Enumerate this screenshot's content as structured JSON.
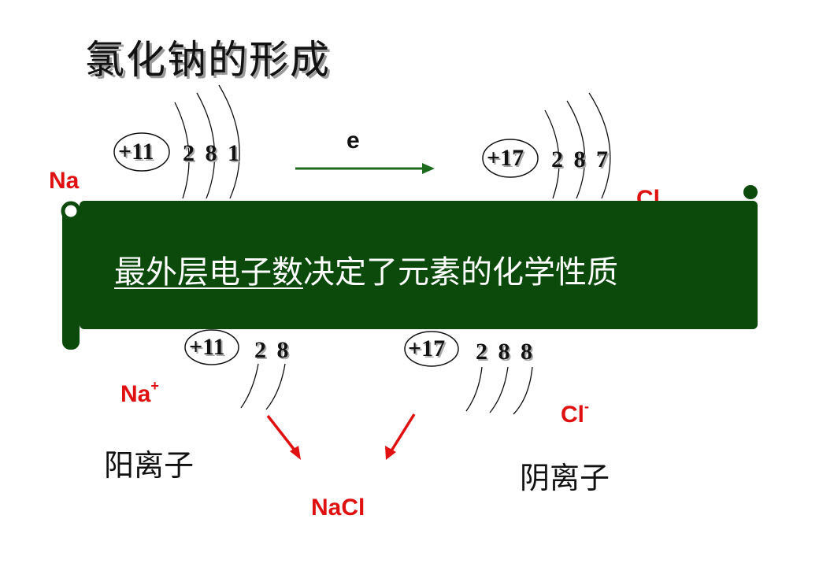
{
  "title": "氯化钠的形成",
  "sodium_atom": {
    "label": "Na",
    "nucleus": "+11",
    "shells": "2 8 1"
  },
  "chlorine_atom": {
    "label": "Cl",
    "nucleus": "+17",
    "shells": "2 8 7"
  },
  "electron_transfer": {
    "label": "e"
  },
  "banner": {
    "underlined_text": "最外层电子数",
    "text": "决定了元素的化学性质"
  },
  "sodium_ion": {
    "label": "Na",
    "charge": "+",
    "nucleus": "+11",
    "shells": "2 8",
    "name": "阳离子"
  },
  "chloride_ion": {
    "label": "Cl",
    "charge": "-",
    "nucleus": "+17",
    "shells": "2 8 8",
    "name": "阴离子"
  },
  "product": {
    "label": "NaCl"
  },
  "colors": {
    "red_label": "#e01010",
    "banner_green": "#0b4a0b",
    "arrow_green": "#1d6b1d",
    "red_arrow": "#e01010"
  }
}
